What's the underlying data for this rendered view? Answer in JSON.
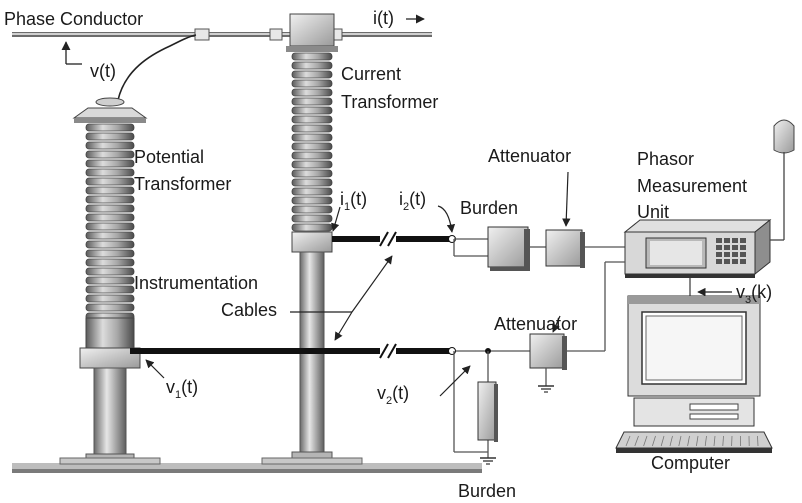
{
  "labels": {
    "phase_conductor": "Phase Conductor",
    "i_t": "i(t)",
    "v_t": "v(t)",
    "current_transformer_1": "Current",
    "current_transformer_2": "Transformer",
    "potential_transformer_1": "Potential",
    "potential_transformer_2": "Transformer",
    "attenuator_top": "Attenuator",
    "attenuator_bottom": "Attenuator",
    "pmu_1": "Phasor",
    "pmu_2": "Measurement",
    "pmu_3": "Unit",
    "burden_top": "Burden",
    "burden_bottom": "Burden",
    "i1_main": "i",
    "i1_sub": "1",
    "i1_tail": "(t)",
    "i2_main": "i",
    "i2_sub": "2",
    "i2_tail": "(t)",
    "instrumentation_1": "Instrumentation",
    "instrumentation_2": "Cables",
    "v1_main": "v",
    "v1_sub": "1",
    "v1_tail": "(t)",
    "v2_main": "v",
    "v2_sub": "2",
    "v2_tail": "(t)",
    "v3_main": "v",
    "v3_sub": "3",
    "v3_tail": "(k)",
    "computer": "Computer"
  }
}
